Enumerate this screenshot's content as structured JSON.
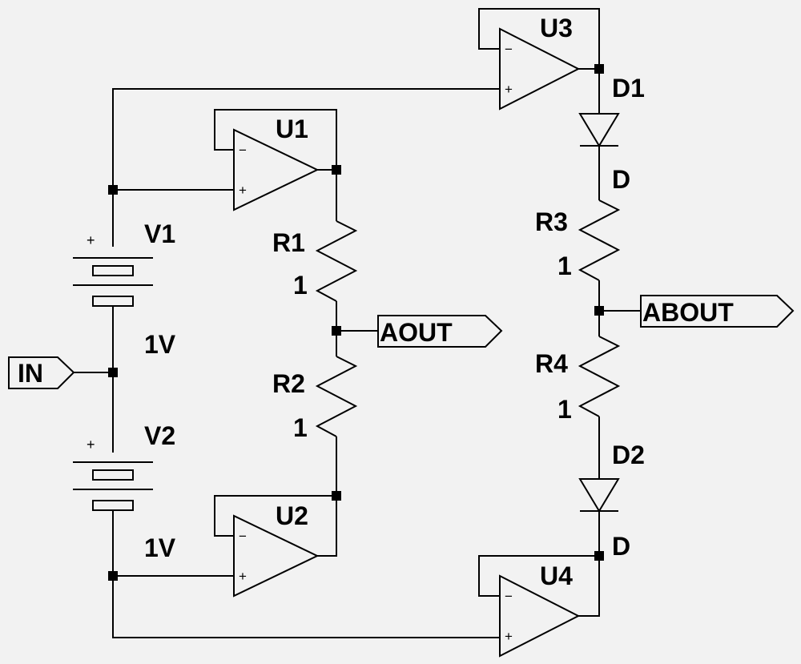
{
  "components": {
    "U1": {
      "name": "U1"
    },
    "U2": {
      "name": "U2"
    },
    "U3": {
      "name": "U3"
    },
    "U4": {
      "name": "U4"
    },
    "V1": {
      "name": "V1",
      "value": "1V"
    },
    "V2": {
      "name": "V2",
      "value": "1V"
    },
    "R1": {
      "name": "R1",
      "value": "1"
    },
    "R2": {
      "name": "R2",
      "value": "1"
    },
    "R3": {
      "name": "R3",
      "value": "1"
    },
    "R4": {
      "name": "R4",
      "value": "1"
    },
    "D1": {
      "name": "D1",
      "model": "D"
    },
    "D2": {
      "name": "D2",
      "model": "D"
    }
  },
  "ports": {
    "in": "IN",
    "aout": "AOUT",
    "about": "ABOUT"
  },
  "symbols": {
    "plus": "+",
    "minus": "−"
  }
}
